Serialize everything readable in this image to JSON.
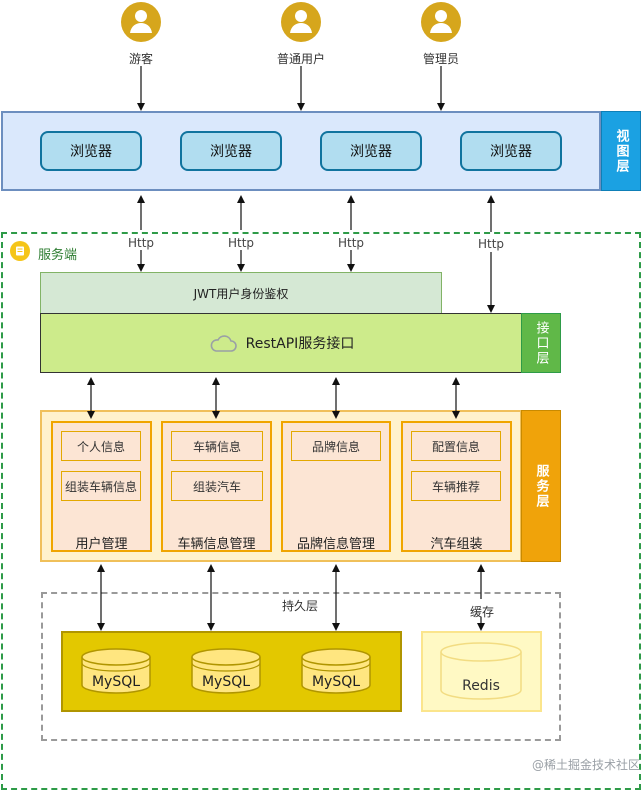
{
  "actors": [
    {
      "label": "游客"
    },
    {
      "label": "普通用户"
    },
    {
      "label": "管理员"
    }
  ],
  "view_layer": {
    "label": "视图层",
    "browsers": [
      "浏览器",
      "浏览器",
      "浏览器",
      "浏览器"
    ]
  },
  "http_label": "Http",
  "server": {
    "title": "服务端",
    "jwt": "JWT用户身份鉴权",
    "restapi": "RestAPI服务接口",
    "interface_label": "接口层",
    "service_label": "服务层",
    "modules": [
      {
        "label": "用户管理",
        "items": [
          "个人信息",
          "组装车辆信息"
        ]
      },
      {
        "label": "车辆信息管理",
        "items": [
          "车辆信息",
          "组装汽车"
        ]
      },
      {
        "label": "品牌信息管理",
        "items": [
          "品牌信息"
        ]
      },
      {
        "label": "汽车组装",
        "items": [
          "配置信息",
          "车辆推荐"
        ]
      }
    ],
    "persistence_label": "持久层",
    "cache_label": "缓存",
    "databases": [
      "MySQL",
      "MySQL",
      "MySQL"
    ],
    "redis": "Redis"
  },
  "watermark": "@稀土掘金技术社区",
  "colors": {
    "view_fill": "#dae8fc",
    "browser_fill": "#b1ddf0",
    "side_blue": "#1ba1e2",
    "side_green": "#60b848",
    "side_orange": "#f0a30a",
    "actor": "#d6a61c",
    "mysql": "#e3c800"
  }
}
